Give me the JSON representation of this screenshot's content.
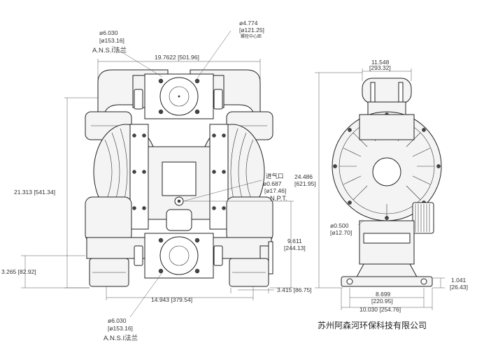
{
  "front_view": {
    "top_outlet": {
      "dia_in": "ø6.030",
      "dia_mm": "[ø153.16]",
      "flange_label": "A.N.S.I法兰"
    },
    "top_bolt_circle": {
      "dia_in": "ø4.774",
      "dia_mm": "[ø121.25]",
      "note": "螺栓中心距"
    },
    "overall_width": "19.7622 [501.96]",
    "overall_height": "21.313 [541.34]",
    "air_inlet": {
      "label": "进气口",
      "dia_in": "ø0.687",
      "dia_mm": "[ø17.46]",
      "thread": "N.P.T."
    },
    "inlet_height": {
      "in": "9.611",
      "mm": "[244.13]"
    },
    "base_height": "3.265 [82.92]",
    "foot_offset": "3.415 [86.75]",
    "foot_spacing": "14.943 [379.54]",
    "bottom_inlet": {
      "dia_in": "ø6.030",
      "dia_mm": "[ø153.16]",
      "flange_label": "A.N.S.I法兰"
    }
  },
  "side_view": {
    "top_width_in": "11.548",
    "top_width_mm": "[293.32]",
    "overall_height_in": "24.486",
    "overall_height_mm": "[621.95]",
    "exhaust_dia_in": "ø0.500",
    "exhaust_dia_mm": "[ø12.70]",
    "base_thickness_in": "1.041",
    "base_thickness_mm": "[26.43]",
    "mount_spacing": "8.699",
    "mount_spacing_mm": "[220.95]",
    "base_width": "10.030 [254.76]"
  },
  "company": "苏州阿森河环保科技有限公司"
}
